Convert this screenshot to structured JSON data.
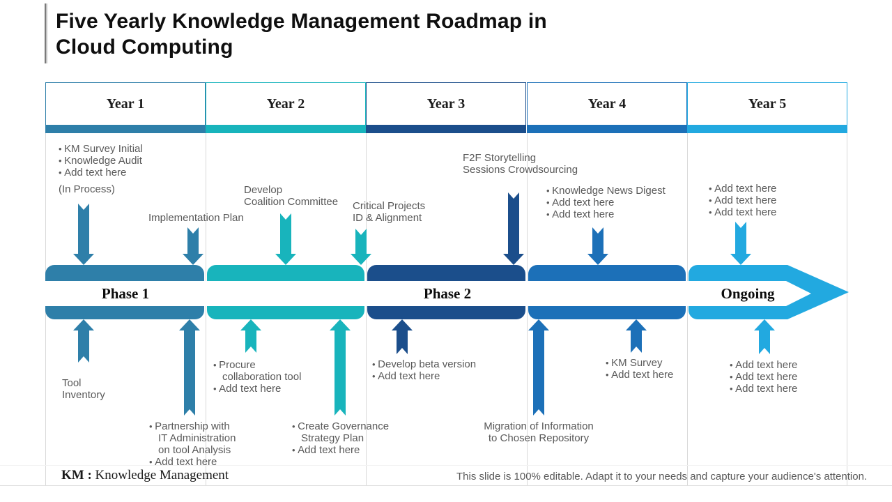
{
  "header": {
    "title": "Five Yearly Knowledge Management Roadmap in Cloud Computing",
    "title_line1": "Five Yearly Knowledge Management Roadmap in",
    "title_line2": "Cloud Computing"
  },
  "years": [
    {
      "label": "Year 1",
      "color": "#2e7fa9"
    },
    {
      "label": "Year 2",
      "color": "#18b4bc"
    },
    {
      "label": "Year 3",
      "color": "#1b4e8b"
    },
    {
      "label": "Year 4",
      "color": "#1c70b8"
    },
    {
      "label": "Year 5",
      "color": "#22a9e0"
    }
  ],
  "timeline": {
    "phase1_label": "Phase 1",
    "phase2_label": "Phase 2",
    "ongoing_label": "Ongoing"
  },
  "notes": {
    "t1": {
      "item1": "KM Survey Initial",
      "item2": "Knowledge Audit",
      "item3": "Add text here",
      "status": "(In Process)"
    },
    "t2": {
      "line1": "Implementation Plan"
    },
    "t3": {
      "line1": "Develop",
      "line2": "Coalition Committee"
    },
    "t4": {
      "line1": "Critical Projects",
      "line2": "ID & Alignment"
    },
    "t5": {
      "line1": "F2F Storytelling",
      "line2": "Sessions Crowdsourcing"
    },
    "t6": {
      "item1": "Knowledge News Digest",
      "item2": "Add text here",
      "item3": "Add text here"
    },
    "t7": {
      "item1": "Add text here",
      "item2": "Add text here",
      "item3": "Add text here"
    },
    "b1": {
      "line1": "Tool",
      "line2": "Inventory"
    },
    "b2": {
      "item1_line1": "Partnership with",
      "item1_line2": "IT Administration",
      "item1_line3": "on tool Analysis",
      "item2": "Add text here"
    },
    "b3": {
      "item1_line1": "Procure",
      "item1_line2": "collaboration tool",
      "item2": "Add text here"
    },
    "b4": {
      "item1_line1": "Create Governance",
      "item1_line2": "Strategy Plan",
      "item2": "Add text here"
    },
    "b5": {
      "item1": "Develop beta version",
      "item2": "Add text here"
    },
    "b6": {
      "line1": "Migration of Information",
      "line2": "to Chosen Repository"
    },
    "b7": {
      "item1": "KM Survey",
      "item2": "Add text here"
    },
    "b8": {
      "item1": "Add text here",
      "item2": "Add text here",
      "item3": "Add text here"
    }
  },
  "footer": {
    "abbr": "KM :",
    "abbr_meaning": "Knowledge Management",
    "note": "This slide is 100% editable. Adapt it to your needs and capture your audience's attention."
  }
}
